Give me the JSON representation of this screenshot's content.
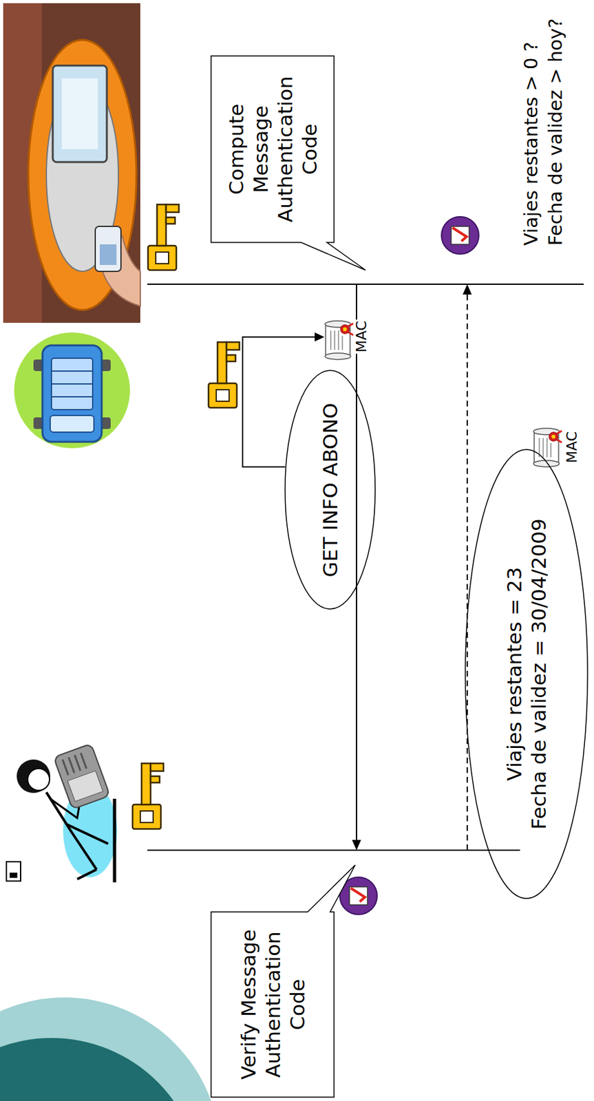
{
  "diagram": {
    "nodes": [
      {
        "text": [
          "Compute Message Authentication Code"
        ]
      },
      {
        "text": [
          "GET INFO ABONO"
        ]
      },
      {
        "text": [
          "Viajes restantes = 23",
          "Fecha de validez = 30/04/2009"
        ]
      },
      {
        "text": [
          "Verify Message Authentication Code"
        ]
      }
    ],
    "labels": [
      "MAC",
      "MAC",
      "Viajes restantes > 0 ?",
      "Fecha de validez > hoy?"
    ]
  }
}
